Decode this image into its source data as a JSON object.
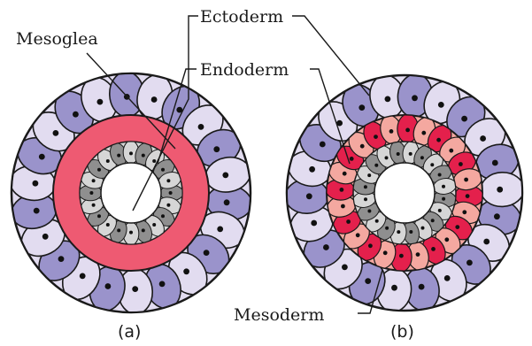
{
  "labels": {
    "mesoglea": "Mesoglea",
    "ectoderm": "Ectoderm",
    "endoderm": "Endoderm",
    "mesoderm": "Mesoderm"
  },
  "captions": {
    "a": "(a)",
    "b": "(b)"
  },
  "colors": {
    "ectoderm_light": "#e2dcf0",
    "ectoderm_dark": "#9a93cb",
    "mesoglea": "#ee5a72",
    "endoderm_light": "#d6d6d6",
    "endoderm_dark": "#8f8f8f",
    "mesoderm_light": "#f4a8a0",
    "mesoderm_dark": "#e4204c",
    "outline": "#1a1a1a"
  }
}
